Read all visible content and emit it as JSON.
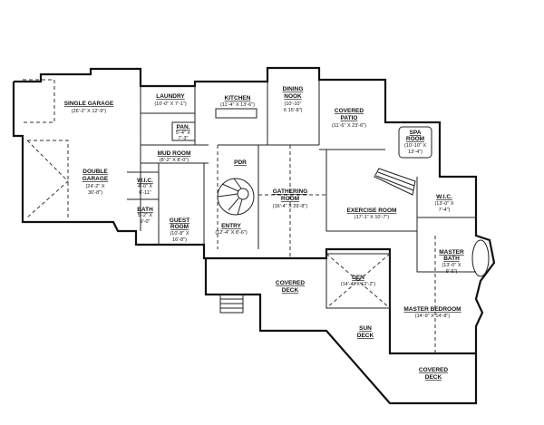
{
  "title": "Main Floor Plan",
  "rooms": {
    "single_garage": {
      "name": "SINGLE GARAGE",
      "dims": "(26'-2\" X 12'-9\")"
    },
    "double_garage": {
      "name1": "DOUBLE",
      "name2": "GARAGE",
      "dims1": "(24'-2\" X",
      "dims2": "30'-8\")"
    },
    "laundry": {
      "name": "LAUNDRY",
      "dims": "(10'-0\" X 7'-1\")"
    },
    "kitchen": {
      "name": "KITCHEN",
      "dims": "(11'-4\" X 13'-6\")"
    },
    "dining_nook": {
      "name1": "DINING",
      "name2": "NOOK",
      "dims1": "(10'-10\"",
      "dims2": "X 15'-8\")"
    },
    "covered_patio": {
      "name1": "COVERED",
      "name2": "PATIO",
      "dims": "(11'-6\" X 23'-6\")"
    },
    "spa_room": {
      "name1": "SPA",
      "name2": "ROOM",
      "dims1": "(10'-10\" X",
      "dims2": "13'-4\")"
    },
    "pantry": {
      "name": "PAN.",
      "dims1": "5'-4\" X",
      "dims2": "7'-3\""
    },
    "mud_room": {
      "name": "MUD ROOM",
      "dims": "(8'-2\" X 8'-0\")"
    },
    "wic_small": {
      "name": "W.I.C.",
      "dims1": "4'-0\" X",
      "dims2": "6'-11\""
    },
    "bath": {
      "name": "BATH",
      "dims1": "5'-2\" X",
      "dims2": "9'-0\""
    },
    "guest_room": {
      "name1": "GUEST",
      "name2": "ROOM",
      "dims1": "(10'-8\" X",
      "dims2": "16'-8\")"
    },
    "entry": {
      "name": "ENTRY",
      "dims": "(12'-4\" X 8'-6\")"
    },
    "pdr": {
      "name": "PDR"
    },
    "gathering_room": {
      "name1": "GATHERING",
      "name2": "ROOM",
      "dims": "(16'-4\" X 29'-8\")"
    },
    "exercise_room": {
      "name": "EXERCISE ROOM",
      "dims": "(17'-1\" X 10'-7\")"
    },
    "wic": {
      "name": "W.I.C.",
      "dims1": "(13'-0\" X",
      "dims2": "7'-4\")"
    },
    "master_bath": {
      "name1": "MASTER",
      "name2": "BATH",
      "dims1": "(13'-0\" X",
      "dims2": "9'-6\")"
    },
    "den": {
      "name": "DEN",
      "dims": "(14'-4\" X 12'-2\")"
    },
    "covered_deck_left": {
      "name1": "COVERED",
      "name2": "DECK"
    },
    "sun_deck": {
      "name1": "SUN",
      "name2": "DECK"
    },
    "master_bedroom": {
      "name": "MASTER BEDROOM",
      "dims": "(14'-9\" X 14'-8\")"
    },
    "covered_deck_right": {
      "name1": "COVERED",
      "name2": "DECK"
    }
  }
}
